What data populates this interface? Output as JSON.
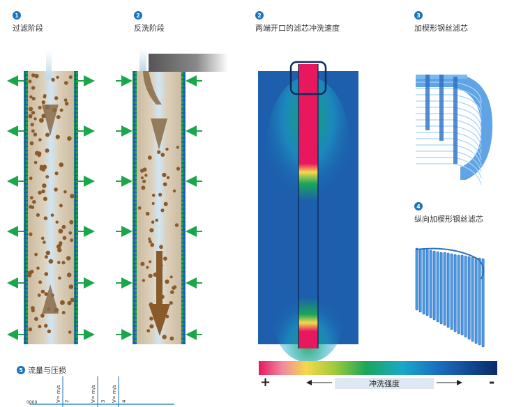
{
  "sections": [
    {
      "num": "1",
      "title": "过滤阶段"
    },
    {
      "num": "2",
      "title": "反洗阶段"
    },
    {
      "num": "2",
      "title": "两端开口的滤芯冲洗速度"
    },
    {
      "num": "3",
      "title": "加楔形钢丝滤芯"
    },
    {
      "num": "4",
      "title": "纵向加楔形钢丝滤芯"
    }
  ],
  "chart5": {
    "num": "5",
    "title": "流量与压损",
    "y_tick": "0000",
    "velocity_labels": [
      "V=  m/s",
      "V=  m/s",
      "V=  m/s"
    ],
    "curve_nums": [
      "2",
      "3",
      "4"
    ]
  },
  "legend": {
    "plus": "+",
    "label": "冲洗强度",
    "minus": "-"
  },
  "colors": {
    "arrow_green": "#1aa64a",
    "screen_blue": "#1d5fa6",
    "particle": "#8b5a2b",
    "flow_arrow": "#8a6a44",
    "sim_bg": "#1d5fad",
    "sim_core": "#e8185f",
    "filter_blue": "#3a8de0"
  }
}
